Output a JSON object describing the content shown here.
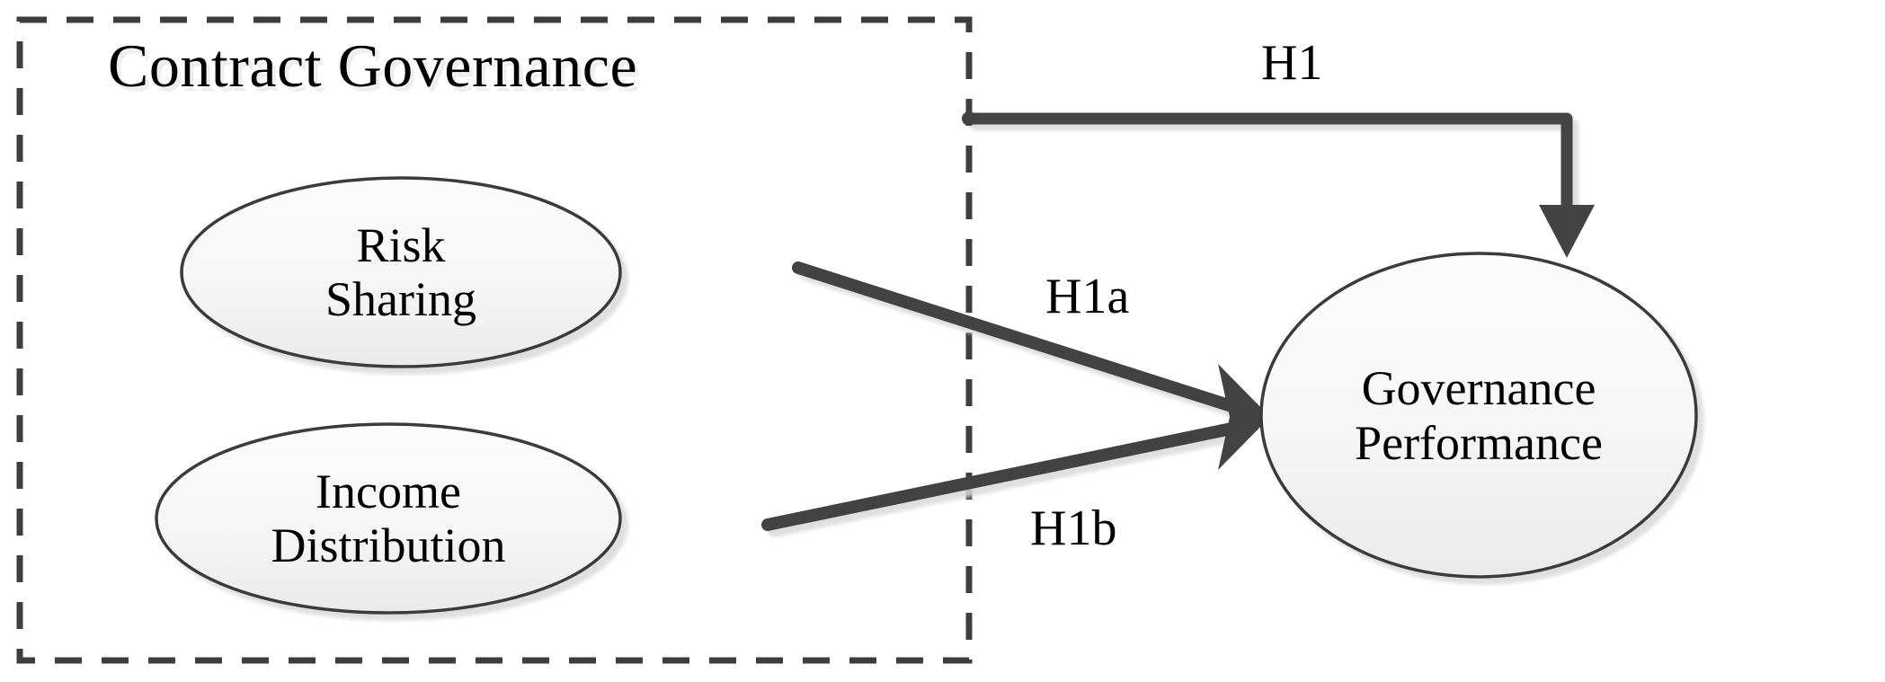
{
  "diagram": {
    "type": "conceptual-model",
    "background_color": "#ffffff",
    "boundary": {
      "label": "Contract Governance",
      "style": "dashed",
      "stroke_color": "#3d3d3d"
    },
    "nodes": [
      {
        "id": "risk-sharing",
        "lines": [
          "Risk",
          "Sharing"
        ],
        "shape": "ellipse",
        "fill_start": "#fbfbfb",
        "fill_end": "#ececed",
        "stroke_color": "#3a3a3a"
      },
      {
        "id": "income-distribution",
        "lines": [
          "Income",
          "Distribution"
        ],
        "shape": "ellipse",
        "fill_start": "#fbfbfb",
        "fill_end": "#ececed",
        "stroke_color": "#3a3a3a"
      },
      {
        "id": "governance-performance",
        "lines": [
          "Governance",
          "Performance"
        ],
        "shape": "ellipse",
        "fill_start": "#fbfbfb",
        "fill_end": "#ececed",
        "stroke_color": "#3a3a3a"
      }
    ],
    "edges": [
      {
        "id": "h1",
        "label": "H1",
        "from": "contract-governance-boundary",
        "to": "governance-performance",
        "route": "orthogonal",
        "color": "#434343"
      },
      {
        "id": "h1a",
        "label": "H1a",
        "from": "risk-sharing",
        "to": "governance-performance",
        "route": "straight",
        "color": "#434343"
      },
      {
        "id": "h1b",
        "label": "H1b",
        "from": "income-distribution",
        "to": "governance-performance",
        "route": "straight",
        "color": "#434343"
      }
    ]
  }
}
